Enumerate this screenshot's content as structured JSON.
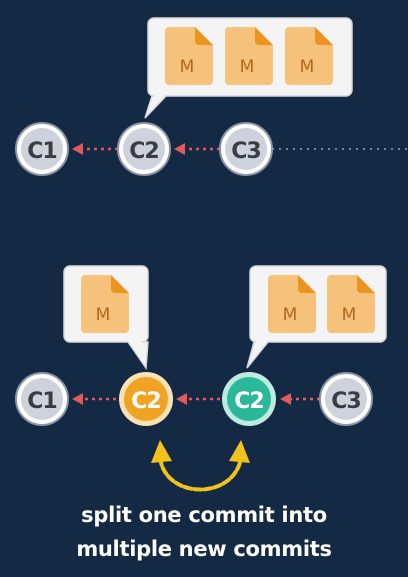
{
  "colors": {
    "background": "#142a44",
    "commit_gray": "#cdd2dc",
    "commit_orange": "#f1a323",
    "commit_teal": "#2bb79a",
    "file": "#f6c27b",
    "file_fold": "#ec9420",
    "arrow": "#e25a59",
    "curve_arrow": "#f2c21c",
    "bubble": "#f4f4f5",
    "label_dark": "#3b3d44",
    "label_light": "#ffffff"
  },
  "top_row": {
    "commits": [
      "C1",
      "C2",
      "C3"
    ],
    "bubble_files": [
      "M",
      "M",
      "M"
    ]
  },
  "bottom_row": {
    "commits": [
      "C1",
      "C2",
      "C2",
      "C3"
    ],
    "bubble_left_files": [
      "M"
    ],
    "bubble_right_files": [
      "M",
      "M"
    ]
  },
  "caption": {
    "line1": "split one commit into",
    "line2": "multiple new commits"
  }
}
